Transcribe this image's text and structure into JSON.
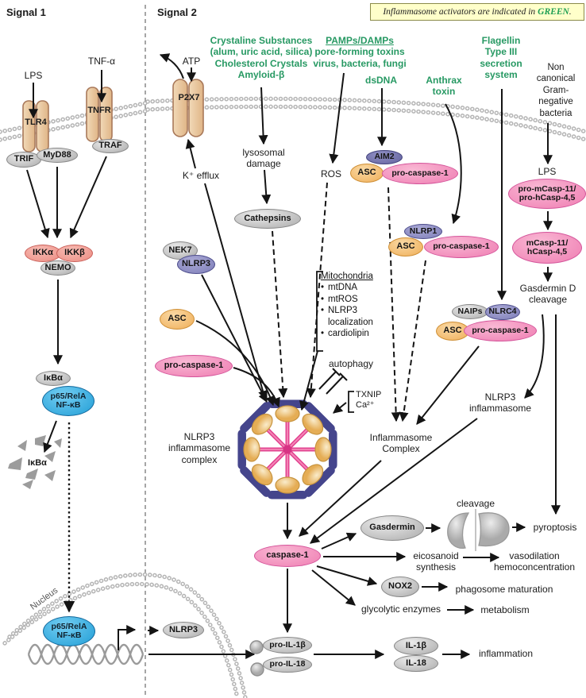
{
  "titles": {
    "signal1": "Signal 1",
    "signal2": "Signal 2"
  },
  "note": {
    "prefix": "Inflammasome activators are indicated in",
    "highlight": "GREEN",
    "suffix": "."
  },
  "act": {
    "crystaline": "Crystaline Substances\n(alum, uric acid, silica)\nCholesterol Crystals\nAmyloid-β",
    "pamps_title": "PAMPs/DAMPs",
    "pamps_sub": "pore-forming toxins\nvirus, bacteria, fungi",
    "dsdna": "dsDNA",
    "anthrax": "Anthrax\ntoxin",
    "flagellin": "Flagellin\nType III\nsecretion\nsystem"
  },
  "labels": {
    "lps_left": "LPS",
    "tnf": "TNF-α",
    "atp": "ATP",
    "k_efflux": "K⁺ efflux",
    "noncanonical": "Non\ncanonical\nGram-\nnegative\nbacteria",
    "lysosomal": "lysosomal\ndamage",
    "ros": "ROS",
    "autophagy": "autophagy",
    "txnip": "TXNIP",
    "ca": "Ca²⁺",
    "nlrp3_complex": "NLRP3\ninflammasome\ncomplex",
    "inflammasome_complex": "Inflammasome\nComplex",
    "nlrp3_inflammasome": "NLRP3\ninflammasome",
    "lps_right": "LPS",
    "gasdermin_d": "Gasdermin D\ncleavage",
    "cleavage": "cleavage",
    "pyroptosis": "pyroptosis",
    "eicosanoid": "eicosanoid\nsynthesis",
    "vasodilation": "vasodilation\nhemoconcentration",
    "phagosome": "phagosome maturation",
    "glycolytic": "glycolytic enzymes",
    "metabolism": "metabolism",
    "inflammation": "inflammation",
    "nucleus": "Nucleus",
    "ikba_frag": "IκBα"
  },
  "mito": {
    "title": "Mitochondria",
    "items": [
      "mtDNA",
      "mtROS",
      "NLRP3 localization",
      "cardiolipin"
    ]
  },
  "nodes": {
    "tlr4": "TLR4",
    "tnfr": "TNFR",
    "p2x7": "P2X7",
    "trif": "TRIF",
    "myd88": "MyD88",
    "traf": "TRAF",
    "ikka": "IKKα",
    "ikkb": "IKKβ",
    "nemo": "NEMO",
    "ikba": "IκBα",
    "p65": "p65/RelA\nNF-κB",
    "nek7": "NEK7",
    "nlrp3": "NLRP3",
    "asc": "ASC",
    "pro_caspase1": "pro-caspase-1",
    "cathepsins": "Cathepsins",
    "aim2": "AIM2",
    "nlrp1": "NLRP1",
    "naips": "NAIPs",
    "nlrc4": "NLRC4",
    "pro_mcasp": "pro-mCasp-11/\npro-hCasp-4,5",
    "mcasp": "mCasp-11/\nhCasp-4,5",
    "caspase1": "caspase-1",
    "gasdermin": "Gasdermin",
    "nox2": "NOX2",
    "nlrp3_gray": "NLRP3",
    "pro_il1b": "pro-IL-1β",
    "pro_il18": "pro-IL-18",
    "il1b": "IL-1β",
    "il18": "IL-18"
  },
  "colors": {
    "green_text": "#279963",
    "pink": "#f186bc",
    "orange": "#f4bd72",
    "purple": "#8787c0",
    "blue": "#3fb5e8",
    "salmon": "#f19a92",
    "tan": "#ecca9f",
    "gray": "#c9c9c9",
    "note_bg": "#ffffca",
    "wheel_ring": "#45458c",
    "wheel_spoke": "#e24390"
  }
}
